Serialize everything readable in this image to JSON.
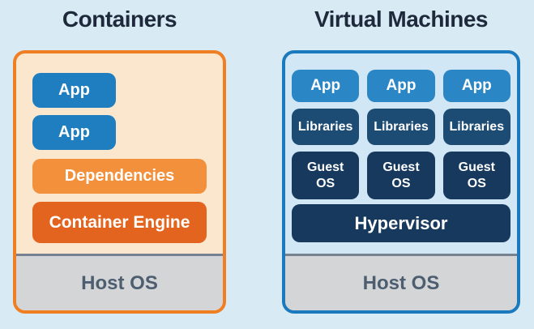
{
  "left_panel": {
    "title": "Containers",
    "apps": [
      "App",
      "App"
    ],
    "dependencies_label": "Dependencies",
    "engine_label": "Container Engine",
    "host_os_label": "Host OS"
  },
  "right_panel": {
    "title": "Virtual Machines",
    "columns": [
      {
        "app": "App",
        "libraries": "Libraries",
        "guest_os": "Guest OS"
      },
      {
        "app": "App",
        "libraries": "Libraries",
        "guest_os": "Guest OS"
      },
      {
        "app": "App",
        "libraries": "Libraries",
        "guest_os": "Guest OS"
      }
    ],
    "hypervisor_label": "Hypervisor",
    "host_os_label": "Host OS"
  },
  "colors": {
    "page_background": "#D8EAF3",
    "title_text": "#1E2A3B",
    "container_border": "#F07E22",
    "container_fill": "#FBE7CD",
    "app_blue_left": "#1E7EC0",
    "dependencies_orange": "#F2903B",
    "engine_orange": "#E2641E",
    "vm_border": "#1B79BD",
    "vm_fill": "#D2E7F6",
    "app_blue_right": "#2B86C6",
    "libraries_blue": "#1C4B74",
    "guest_navy": "#16395D",
    "host_gray": "#D4D5D7",
    "host_divider": "#76828F",
    "host_text": "#4D5E70"
  }
}
